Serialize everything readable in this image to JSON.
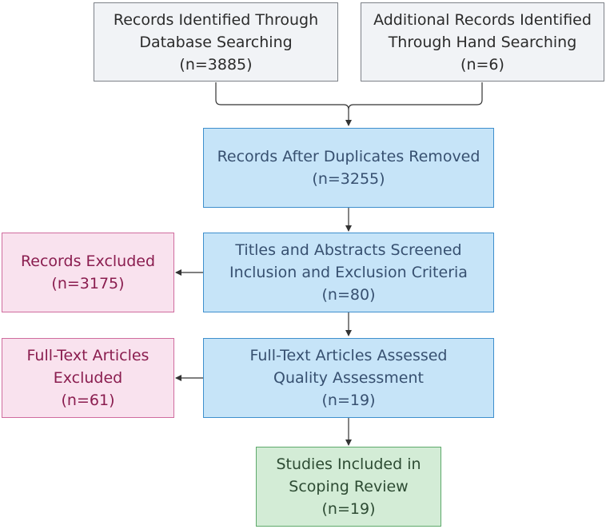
{
  "boxes": {
    "database_search": {
      "lines": [
        "Records Identified Through",
        "Database Searching"
      ],
      "count": "(n=3885)"
    },
    "hand_search": {
      "lines": [
        "Additional Records Identified",
        "Through Hand Searching"
      ],
      "count": "(n=6)"
    },
    "duplicates_removed": {
      "lines": [
        "Records After Duplicates Removed"
      ],
      "count": "(n=3255)"
    },
    "screened": {
      "lines": [
        "Titles and Abstracts Screened",
        "Inclusion and Exclusion Criteria"
      ],
      "count": "(n=80)"
    },
    "records_excluded": {
      "lines": [
        "Records Excluded"
      ],
      "count": "(n=3175)"
    },
    "full_text_assessed": {
      "lines": [
        "Full-Text Articles Assessed",
        "Quality Assessment"
      ],
      "count": "(n=19)"
    },
    "full_text_excluded": {
      "lines": [
        "Full-Text Articles",
        "Excluded"
      ],
      "count": "(n=61)"
    },
    "included": {
      "lines": [
        "Studies Included in",
        "Scoping Review"
      ],
      "count": "(n=19)"
    }
  },
  "colors": {
    "identification": "#f1f3f6",
    "screening": "#c6e4f8",
    "excluded": "#f9e2ee",
    "included": "#d3ecd6",
    "connector": "#333333"
  }
}
